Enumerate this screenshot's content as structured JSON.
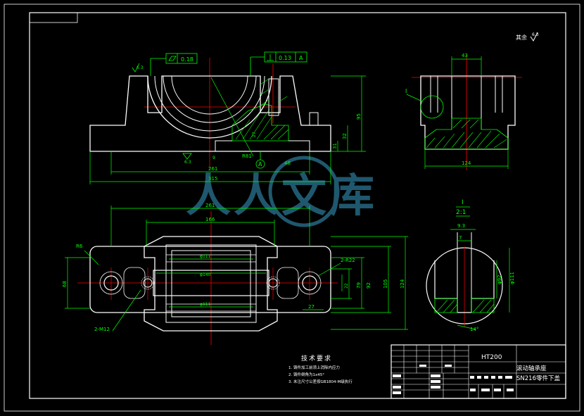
{
  "colors": {
    "background": "#000000",
    "border": "#ffffff",
    "outline": "#ffffff",
    "dimension": "#00ff00",
    "centerline": "#ff0000",
    "hatch": "#00ff00",
    "watermark": "#3aa0c8"
  },
  "header": {
    "roughness_note": "其余",
    "roughness_value": "6.3"
  },
  "front_view": {
    "flatness_tol": "0.18",
    "perp_tol": "0.13",
    "perp_datum": "A",
    "datum_label": "A",
    "rough_top": "6.3",
    "rough_bottom": "6.3",
    "dim_95": "95",
    "dim_31": "31",
    "dim_32": "32",
    "dim_r81": "R81",
    "dim_27": "27",
    "dim_48": "48",
    "dim_9": "9",
    "dim_261": "261",
    "dim_315": "315"
  },
  "side_view": {
    "dim_43": "43",
    "dim_124": "124",
    "detail_ref": "I"
  },
  "top_view": {
    "dim_261": "261",
    "dim_166": "166",
    "dim_r6": "R6",
    "dim_68": "68",
    "dim_111_top": "φ111",
    "dim_140": "φ140",
    "dim_111_bottom": "φ111",
    "dim_2r22": "2-R22",
    "dim_2m12": "2-M12",
    "dim_22": "22",
    "dim_79": "79",
    "dim_92": "92",
    "dim_105": "105",
    "dim_124": "124",
    "dim_27": "27"
  },
  "detail_view": {
    "label": "I",
    "scale": "2:1",
    "dim_93": "9.3",
    "dim_7": "7",
    "dim_92": "φ92",
    "dim_111": "φ111",
    "dim_14": "14°"
  },
  "tech_requirements": {
    "title": "技术要求",
    "items": [
      "1. 铸件加工前须上消除内应力",
      "2. 铸件倒角为1x45°",
      "3. 未注尺寸公差按GB1804-M级执行"
    ]
  },
  "title_block": {
    "material": "HT200",
    "name_line1": "滚动轴承座",
    "name_line2": "SN216零件下盖"
  },
  "watermark": {
    "chars": "人人文库"
  }
}
